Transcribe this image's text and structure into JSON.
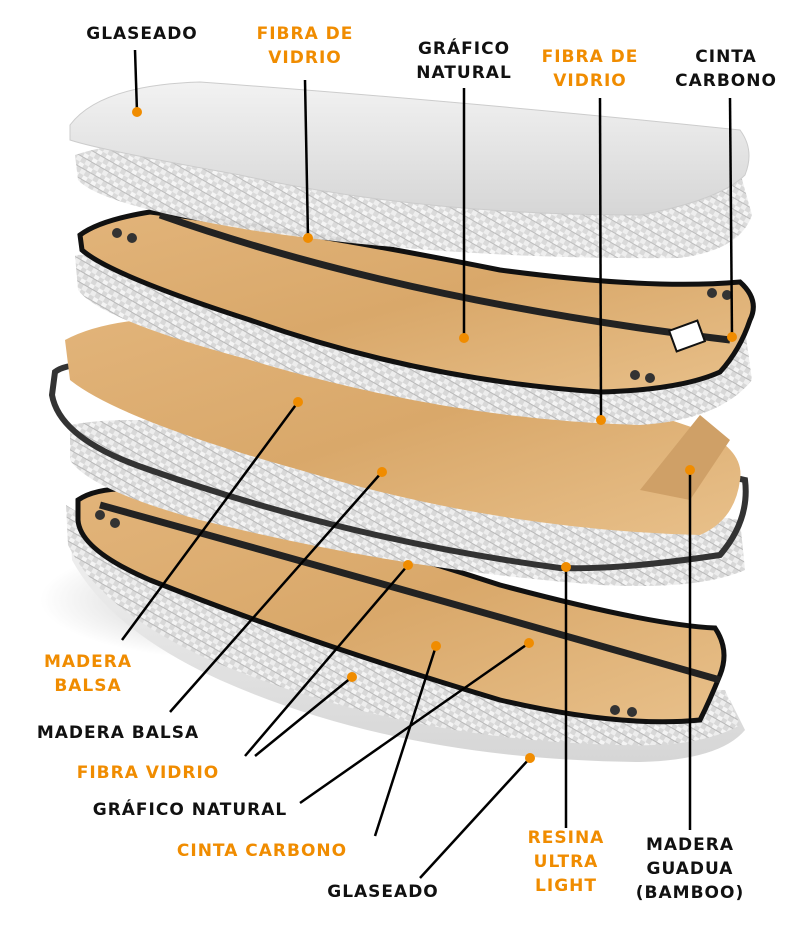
{
  "colors": {
    "label_accent": "#f08c00",
    "label_dark": "#111111",
    "wood": "#dcae72",
    "dot": "#f08c00"
  },
  "labels": {
    "top_glaze": {
      "lines": [
        "GLASEADO"
      ],
      "color": "black"
    },
    "top_fiber": {
      "lines": [
        "FIBRA DE",
        "VIDRIO"
      ],
      "color": "orange"
    },
    "top_graphic": {
      "lines": [
        "GRÁFICO",
        "NATURAL"
      ],
      "color": "black"
    },
    "top_fiber_2": {
      "lines": [
        "FIBRA DE",
        "VIDRIO"
      ],
      "color": "orange"
    },
    "top_carbon": {
      "lines": [
        "CINTA",
        "CARBONO"
      ],
      "color": "black"
    },
    "balsa_orange": {
      "lines": [
        "MADERA",
        "BALSA"
      ],
      "color": "orange"
    },
    "balsa_black": {
      "lines": [
        "MADERA BALSA"
      ],
      "color": "black"
    },
    "bottom_fiber": {
      "lines": [
        "FIBRA VIDRIO"
      ],
      "color": "orange"
    },
    "bottom_graphic": {
      "lines": [
        "GRÁFICO NATURAL"
      ],
      "color": "black"
    },
    "bottom_carbon": {
      "lines": [
        "CINTA CARBONO"
      ],
      "color": "orange"
    },
    "bottom_glaze": {
      "lines": [
        "GLASEADO"
      ],
      "color": "black"
    },
    "resin": {
      "lines": [
        "RESINA",
        "ULTRA",
        "LIGHT"
      ],
      "color": "orange"
    },
    "bamboo": {
      "lines": [
        "MADERA",
        "GUADUA",
        "(BAMBOO)"
      ],
      "color": "black"
    }
  }
}
